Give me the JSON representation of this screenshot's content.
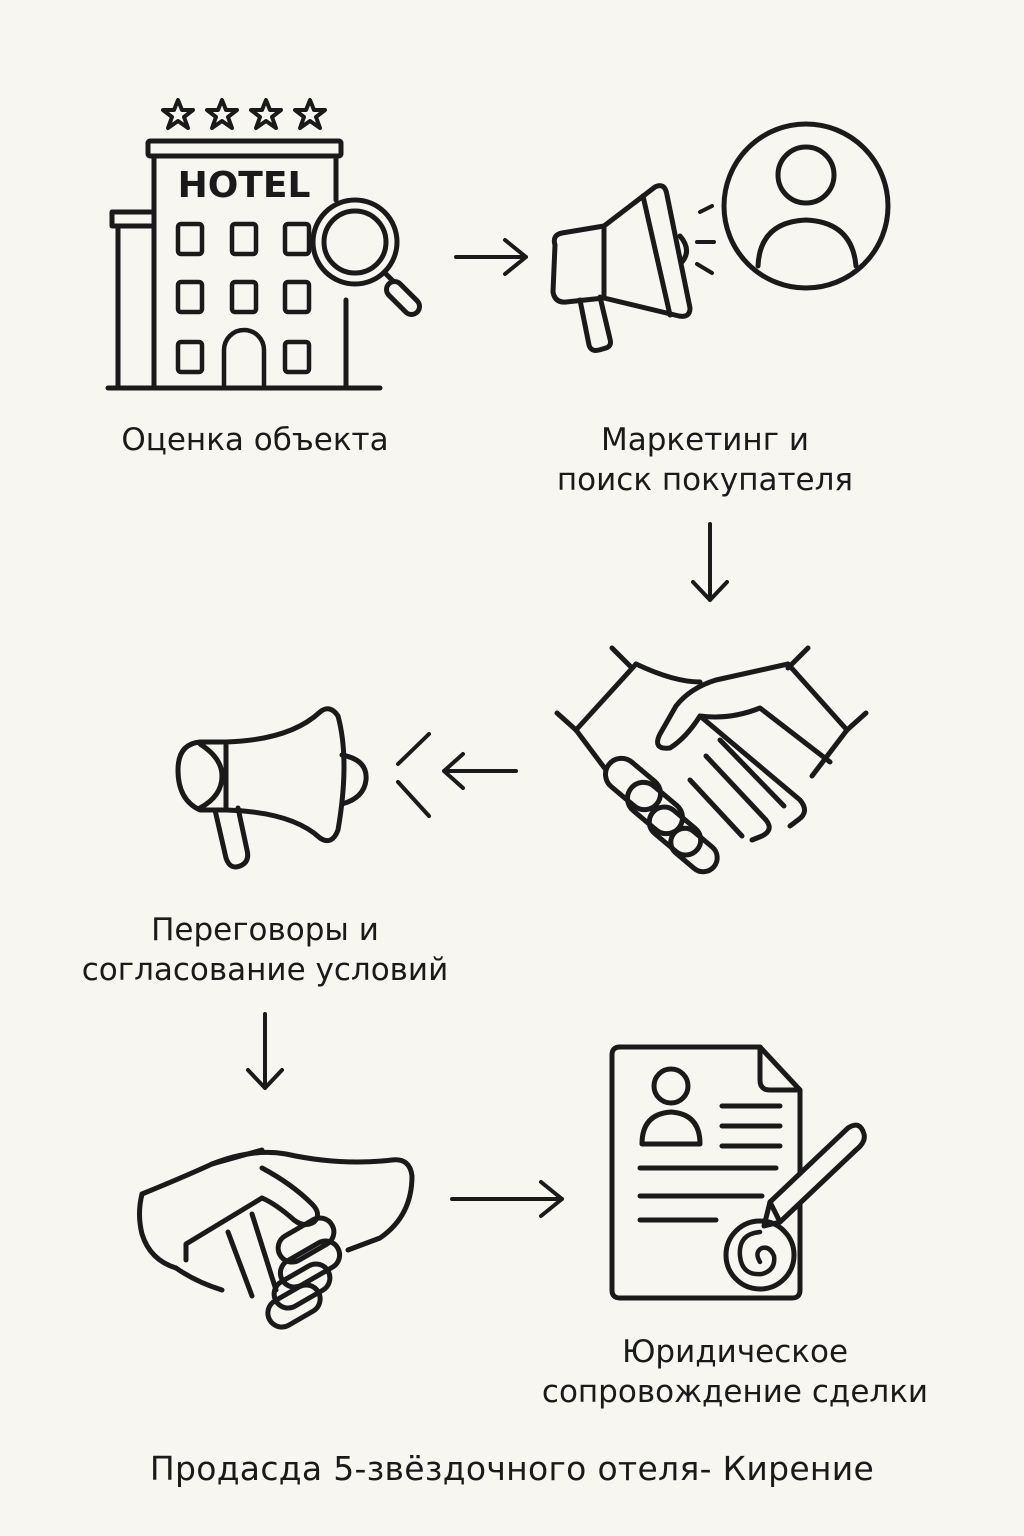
{
  "hotel_sign": "HOTEL",
  "steps": {
    "s1": {
      "label": "Оценка объекта"
    },
    "s2": {
      "line1": "Маркетинг и",
      "line2": "поиск покупателя"
    },
    "s3": {
      "line1": "Переговоры и",
      "line2": "согласование условий"
    },
    "s4": {
      "line1": "Юридическое",
      "line2": "сопровождение сделки"
    }
  },
  "footer": "Продасда 5-звёздочного отеля- Кирение",
  "icons": {
    "hotel": "hotel-icon",
    "stars": "star-icon",
    "magnifier": "magnifier-icon",
    "megaphone": "megaphone-icon",
    "person": "person-avatar-icon",
    "handshake": "handshake-icon",
    "document": "signed-document-icon",
    "pen": "pen-icon",
    "arrow": "arrow-icon"
  },
  "colors": {
    "background": "#f7f6f1",
    "stroke": "#1a1a1a"
  }
}
